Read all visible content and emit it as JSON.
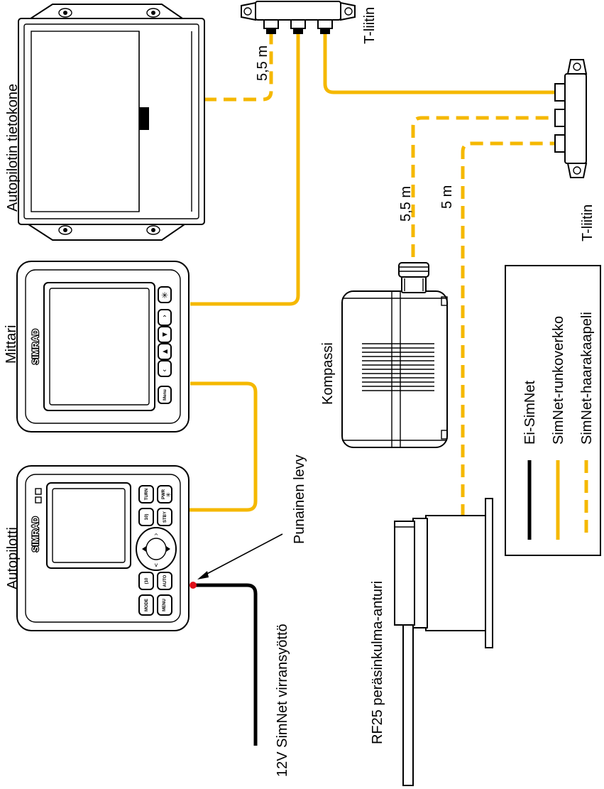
{
  "labels": {
    "autopilot_computer": "Autopilotin tietokone",
    "t_connector_top": "T-liitin",
    "t_connector_right": "T-liitin",
    "cable_5_5m_top": "5,5 m",
    "cable_5_5m_compass": "5,5 m",
    "cable_5m": "5 m",
    "display": "Mittari",
    "autopilot": "Autopilotti",
    "compass": "Kompassi",
    "red_plate": "Punainen levy",
    "power_supply": "12V SimNet virransyöttö",
    "rudder_sensor": "RF25 peräsinkulma-anturi"
  },
  "brand": {
    "display_logo": "SIMRAD",
    "autopilot_logo": "SIMRAD"
  },
  "buttons": {
    "turn": "TURN",
    "pwr": "PWR",
    "ten_right": "10)",
    "stby": "STBY",
    "ten_left": "(10",
    "auto": "AUTO",
    "mode": "MODE",
    "menu": "MENU",
    "display_menu": "Menu"
  },
  "legend": {
    "items": [
      {
        "label": "Ei-SimNet",
        "style": "solid-black"
      },
      {
        "label": "SimNet-runkoverkko",
        "style": "solid-yellow"
      },
      {
        "label": "SimNet-haarakaapeli",
        "style": "dashed-yellow"
      }
    ]
  },
  "colors": {
    "backbone": "#f5b800",
    "non_simnet": "#000000",
    "power_dot": "#e0101a"
  }
}
